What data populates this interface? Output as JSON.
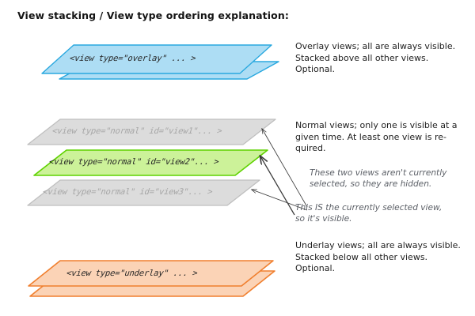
{
  "title": "View stacking / View type ordering explanation:",
  "colors": {
    "overlay_fill": "#ADDDF4",
    "overlay_stroke": "#29A8DF",
    "normal_hidden_fill": "#DCDCDC",
    "normal_hidden_stroke": "#BFBFBF",
    "normal_hidden_text": "#A6A6A6",
    "normal_selected_fill": "#CCF299",
    "normal_selected_stroke": "#5FD200",
    "underlay_fill": "#FBD3B6",
    "underlay_stroke": "#F07F2E",
    "note_text": "#5B5F66",
    "body_text": "#1F1F1F",
    "arrow": "#3a3a3a",
    "background": "#FFFFFF"
  },
  "sections": [
    {
      "id": "overlay",
      "kind": "overlay",
      "sheet_count": 2,
      "sheets": [
        {
          "label": "<view type=\"overlay\" ... >",
          "state": "visible"
        }
      ],
      "description": "Overlay views; all are always visible.\nStacked above all other views.\nOptional."
    },
    {
      "id": "normal",
      "kind": "normal",
      "sheet_count": 3,
      "sheets": [
        {
          "label": "<view type=\"normal\" id=\"view1\"... >",
          "state": "hidden"
        },
        {
          "label": "<view type=\"normal\" id=\"view2\"... >",
          "state": "selected"
        },
        {
          "label": "<view type=\"normal\" id=\"view3\"... >",
          "state": "hidden"
        }
      ],
      "description": "Normal views; only one is visible at a\ngiven time.  At least one view is re-\nquired."
    },
    {
      "id": "underlay",
      "kind": "underlay",
      "sheet_count": 2,
      "sheets": [
        {
          "label": "<view type=\"underlay\" ... >",
          "state": "visible"
        }
      ],
      "description": "Underlay views; all are always visible.\nStacked below all other views.\nOptional."
    }
  ],
  "annotations": [
    {
      "id": "hidden-views-note",
      "text": "These two views aren't currently\nselected, so they are hidden.",
      "points_to": [
        "view1",
        "view3"
      ]
    },
    {
      "id": "selected-view-note",
      "text": "This IS the currently selected view,\nso it's visible.",
      "points_to": [
        "view2"
      ]
    }
  ]
}
